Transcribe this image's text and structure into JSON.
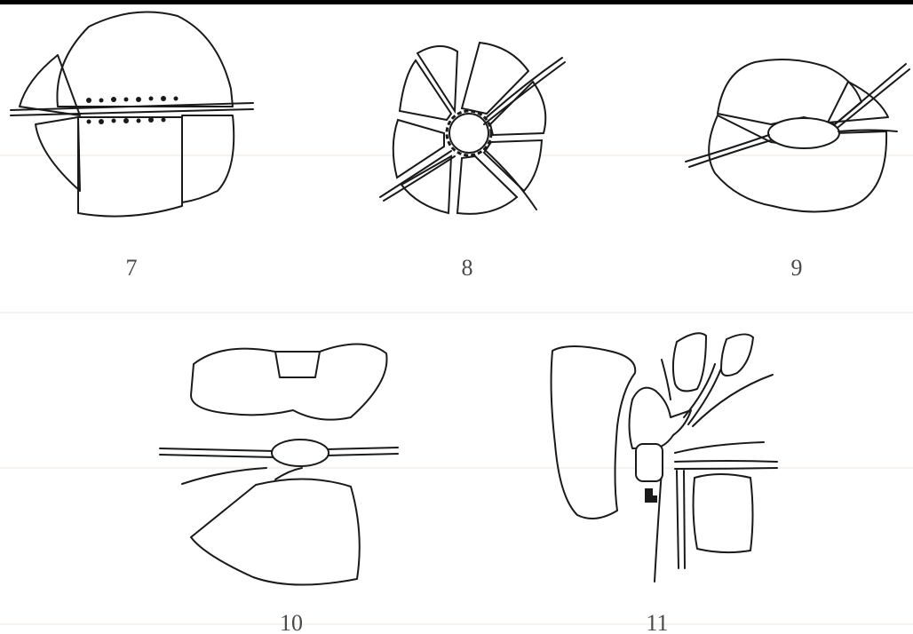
{
  "figures": [
    {
      "id": "7",
      "label": "7"
    },
    {
      "id": "8",
      "label": "8"
    },
    {
      "id": "9",
      "label": "9"
    },
    {
      "id": "10",
      "label": "10"
    },
    {
      "id": "11",
      "label": "11"
    }
  ],
  "colors": {
    "ink": "#1a1a1a",
    "background": "#ffffff",
    "guide": "#f2e4d8"
  }
}
